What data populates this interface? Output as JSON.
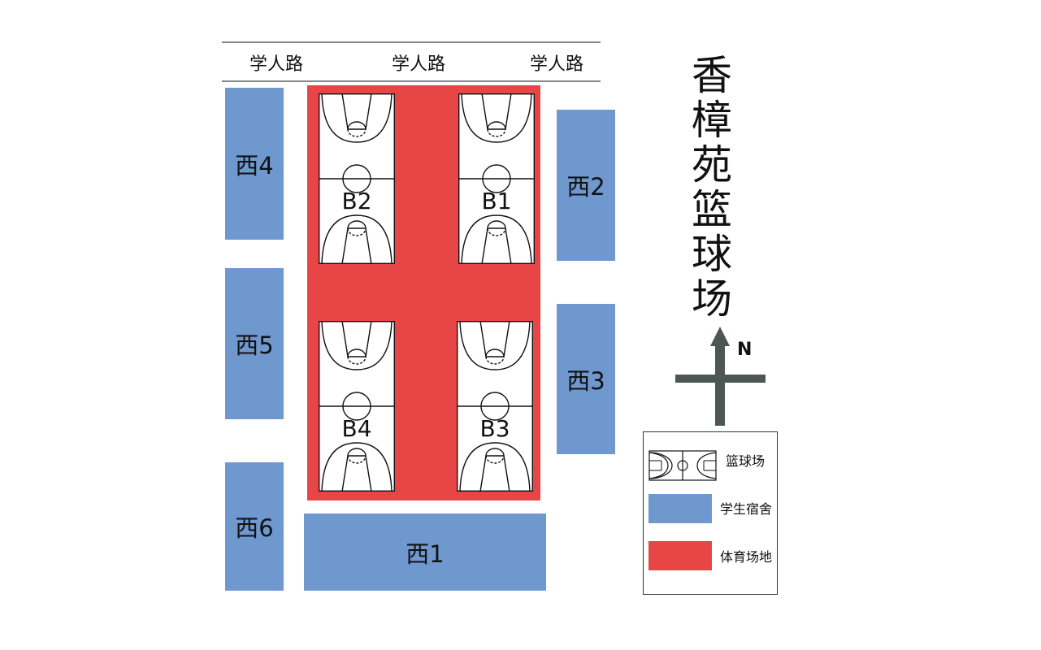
{
  "map": {
    "title_chars": [
      "香",
      "樟",
      "苑",
      "篮",
      "球",
      "场"
    ],
    "roads": [
      "学人路",
      "学人路",
      "学人路"
    ],
    "dorms": {
      "west1": "西1",
      "west2": "西2",
      "west3": "西3",
      "west4": "西4",
      "west5": "西5",
      "west6": "西6"
    },
    "courts": {
      "b1": "B1",
      "b2": "B2",
      "b3": "B3",
      "b4": "B4"
    },
    "compass": {
      "north_label": "N"
    },
    "legend": {
      "court": "篮球场",
      "dorm": "学生宿舍",
      "sports": "体育场地"
    },
    "colors": {
      "dorm": "#6f98cf",
      "sports": "#e84646",
      "compass": "#4c5754",
      "road": "#888888"
    }
  }
}
